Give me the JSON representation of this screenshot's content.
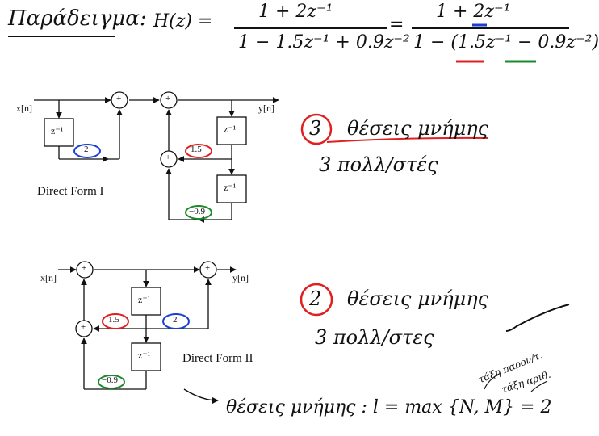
{
  "header": {
    "title": "Παράδειγμα:",
    "lhs": "H(z) =",
    "num1": "1 + 2z⁻¹",
    "den1": "1 − 1.5z⁻¹ + 0.9z⁻²",
    "equals": "=",
    "num2": "1 + 2z⁻¹",
    "den2": "1 − (1.5z⁻¹ − 0.9z⁻²)"
  },
  "form1": {
    "input": "x[n]",
    "output": "y[n]",
    "delay": "z⁻¹",
    "coef_b1": "2",
    "coef_a1": "1.5",
    "coef_a2": "−0.9",
    "plus": "+",
    "label": "Direct Form I"
  },
  "form2": {
    "input": "x[n]",
    "output": "y[n]",
    "delay": "z⁻¹",
    "coef_a1": "1.5",
    "coef_b1": "2",
    "coef_a2": "−0.9",
    "plus": "+",
    "label": "Direct Form II"
  },
  "notes": {
    "f1_memory_num": "3",
    "f1_memory_text": "θέσεις μνήμης",
    "f1_mult": "3  πολλ/στές",
    "f2_memory_num": "2",
    "f2_memory_text": "θέσεις μνήμης",
    "f2_mult": "3  πολλ/στες",
    "formula": "θέσεις μνήμης :  l = max {N, M} = 2",
    "annot_num": "τάξη παρον/τ.",
    "annot_den": "τάξη αριθ."
  },
  "colors": {
    "red": "#e02020",
    "blue": "#1a3fd0",
    "green": "#1a8a2a",
    "ink": "#111111"
  }
}
